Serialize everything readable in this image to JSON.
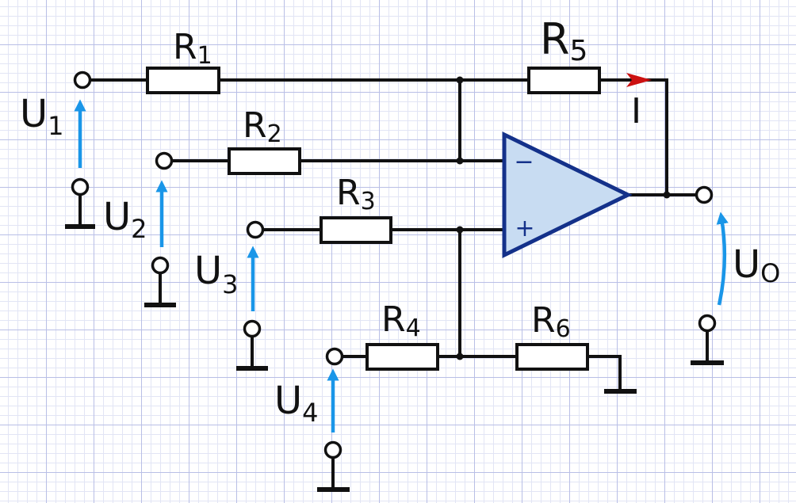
{
  "resistors": {
    "r1": {
      "name": "R",
      "sub": "1"
    },
    "r2": {
      "name": "R",
      "sub": "2"
    },
    "r3": {
      "name": "R",
      "sub": "3"
    },
    "r4": {
      "name": "R",
      "sub": "4"
    },
    "r5": {
      "name": "R",
      "sub": "5"
    },
    "r6": {
      "name": "R",
      "sub": "6"
    }
  },
  "voltages": {
    "u1": {
      "name": "U",
      "sub": "1"
    },
    "u2": {
      "name": "U",
      "sub": "2"
    },
    "u3": {
      "name": "U",
      "sub": "3"
    },
    "u4": {
      "name": "U",
      "sub": "4"
    },
    "uo": {
      "name": "U",
      "sub": "O"
    }
  },
  "current": {
    "name": "I"
  },
  "opamp": {
    "inverting": "−",
    "noninverting": "+"
  },
  "colors": {
    "wire": "#111111",
    "voltage_arrow": "#1a96e8",
    "current_arrow": "#cc1111",
    "opamp_fill": "#c8dcf2",
    "opamp_stroke": "#14318a"
  }
}
